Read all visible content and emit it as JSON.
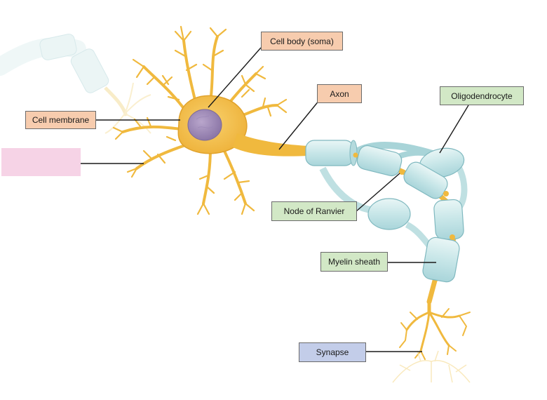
{
  "labels": {
    "cell_body": "Cell body (soma)",
    "axon": "Axon",
    "oligodendrocyte": "Oligodendrocyte",
    "cell_membrane": "Cell membrane",
    "hidden_label": "",
    "node_of_ranvier": "Node of Ranvier",
    "myelin_sheath": "Myelin sheath",
    "synapse": "Synapse"
  },
  "colors": {
    "neuron": "#f4c251",
    "neuron_outline": "#d99a1a",
    "nucleus": "#a38fba",
    "myelin": "#cfeaea",
    "myelin_outline": "#7fb8bf",
    "faded_myelin": "#e6f3f3",
    "faded_neuron": "#f8e6b4",
    "label_orange": "#f7ccae",
    "label_green": "#d2e8c6",
    "label_blue": "#c3cde9",
    "label_pink": "#f6d3e6"
  }
}
